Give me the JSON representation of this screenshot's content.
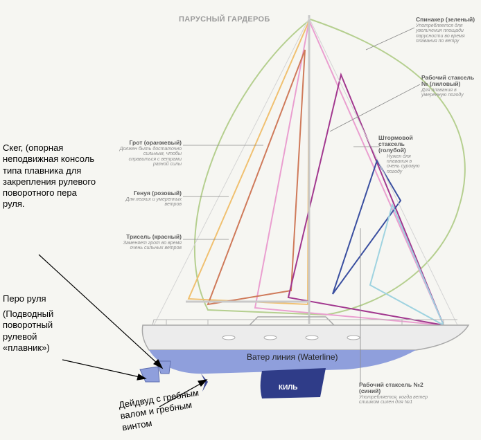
{
  "title": "ПАРУСНЫЙ ГАРДЕРОБ",
  "labels": {
    "spinnaker_title": "Спинакер (зеленый)",
    "spinnaker_desc": "Употребляется для увеличения площади парусности во время плавания по ветру",
    "working1_title": "Рабочий стаксель № (лиловый)",
    "working1_desc": "Для плавания в умеренную погоду",
    "grot_title": "Грот (оранжевый)",
    "grot_desc": "Должен быть достаточно сильным, чтобы справиться с ветрами разной силы",
    "storm_title": "Штормовой стаксель (голубой)",
    "storm_desc": "Нужен для плавания в очень суровую погоду",
    "genua_title": "Генуя (розовый)",
    "genua_desc": "Для легких и умеренных ветров",
    "trisel_title": "Трисель (красный)",
    "trisel_desc": "Заменяет грот во время очень сильных ветров",
    "working2_title": "Рабочий стаксель №2 (синий)",
    "working2_desc": "Употребляется, когда ветер слишком силен для №1",
    "waterline": "Ватер линия (Waterline)",
    "keel": "КИЛЬ"
  },
  "annotations": {
    "skeg": "Скег, (опорная неподвижная консоль типа плавника для закрепления рулевого поворотного пера руля.",
    "rudder_1": "Перо руля",
    "rudder_2": "(Подводный поворотный рулевой «плавник»)",
    "stern_tube": "Дейдвуд с гребным валом и гребным винтом"
  },
  "colors": {
    "spinnaker": "#b5cf8f",
    "working1": "#a2388f",
    "grot": "#f0c070",
    "storm": "#9fd3e0",
    "genua": "#ea9fd0",
    "trisel": "#cf7a5a",
    "working2": "#3a4fa0",
    "underwater": "#8f9fdc",
    "keel": "#2f3c88"
  }
}
